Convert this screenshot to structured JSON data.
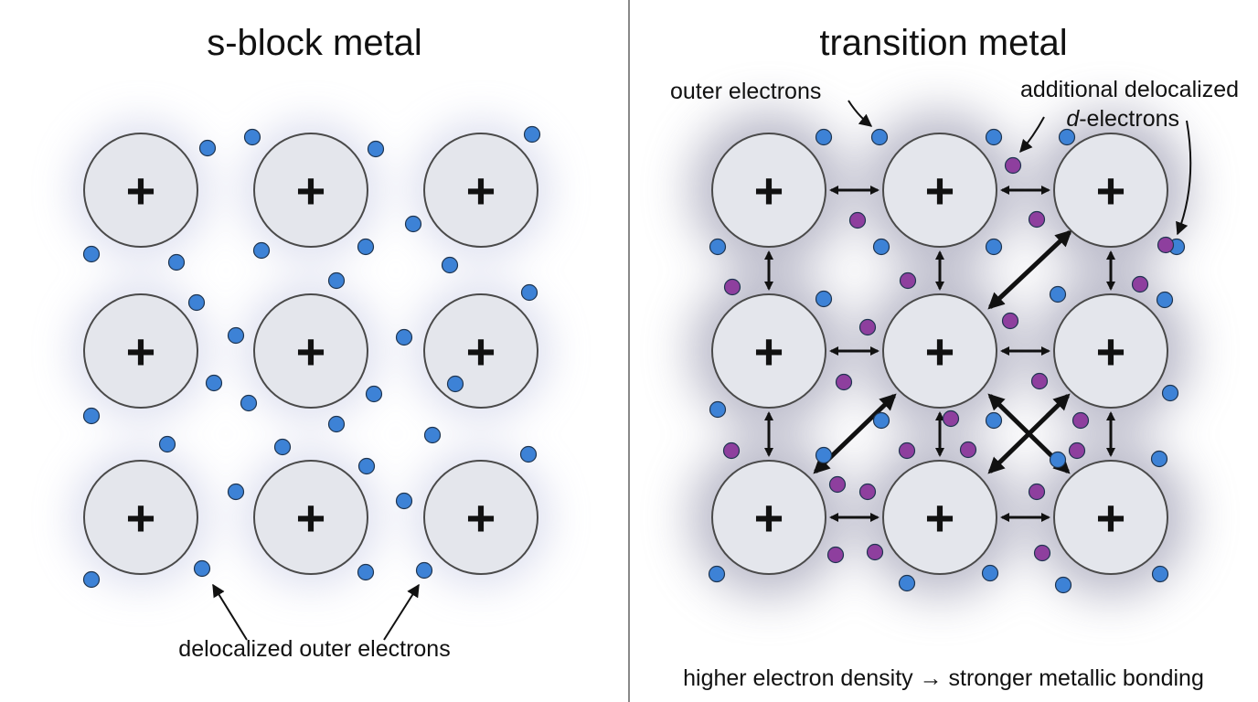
{
  "panels": {
    "left": {
      "title": "s-block metal",
      "caption": "delocalized outer electrons"
    },
    "right": {
      "title": "transition metal",
      "label_outer": "outer electrons",
      "label_additional_line1": "additional delocalized",
      "label_additional_italic": "d",
      "label_additional_line2_rest": "-electrons",
      "caption": "higher electron density → stronger metallic bonding"
    }
  },
  "ion_symbol": "+",
  "colors": {
    "ion_fill": "#e4e6ec",
    "ion_stroke": "#4a4a4a",
    "outer_electron": "#3d82d6",
    "d_electron": "#8e3f9e",
    "electron_cloud_left": "#c9cde6",
    "electron_cloud_right": "#8c8ca6",
    "divider": "#888888"
  }
}
